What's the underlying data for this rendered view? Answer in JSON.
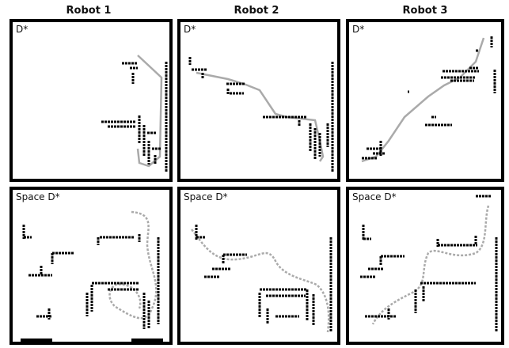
{
  "columns": [
    "Robot 1",
    "Robot 2",
    "Robot 3"
  ],
  "rows": [
    "D*",
    "Space D*"
  ]
}
